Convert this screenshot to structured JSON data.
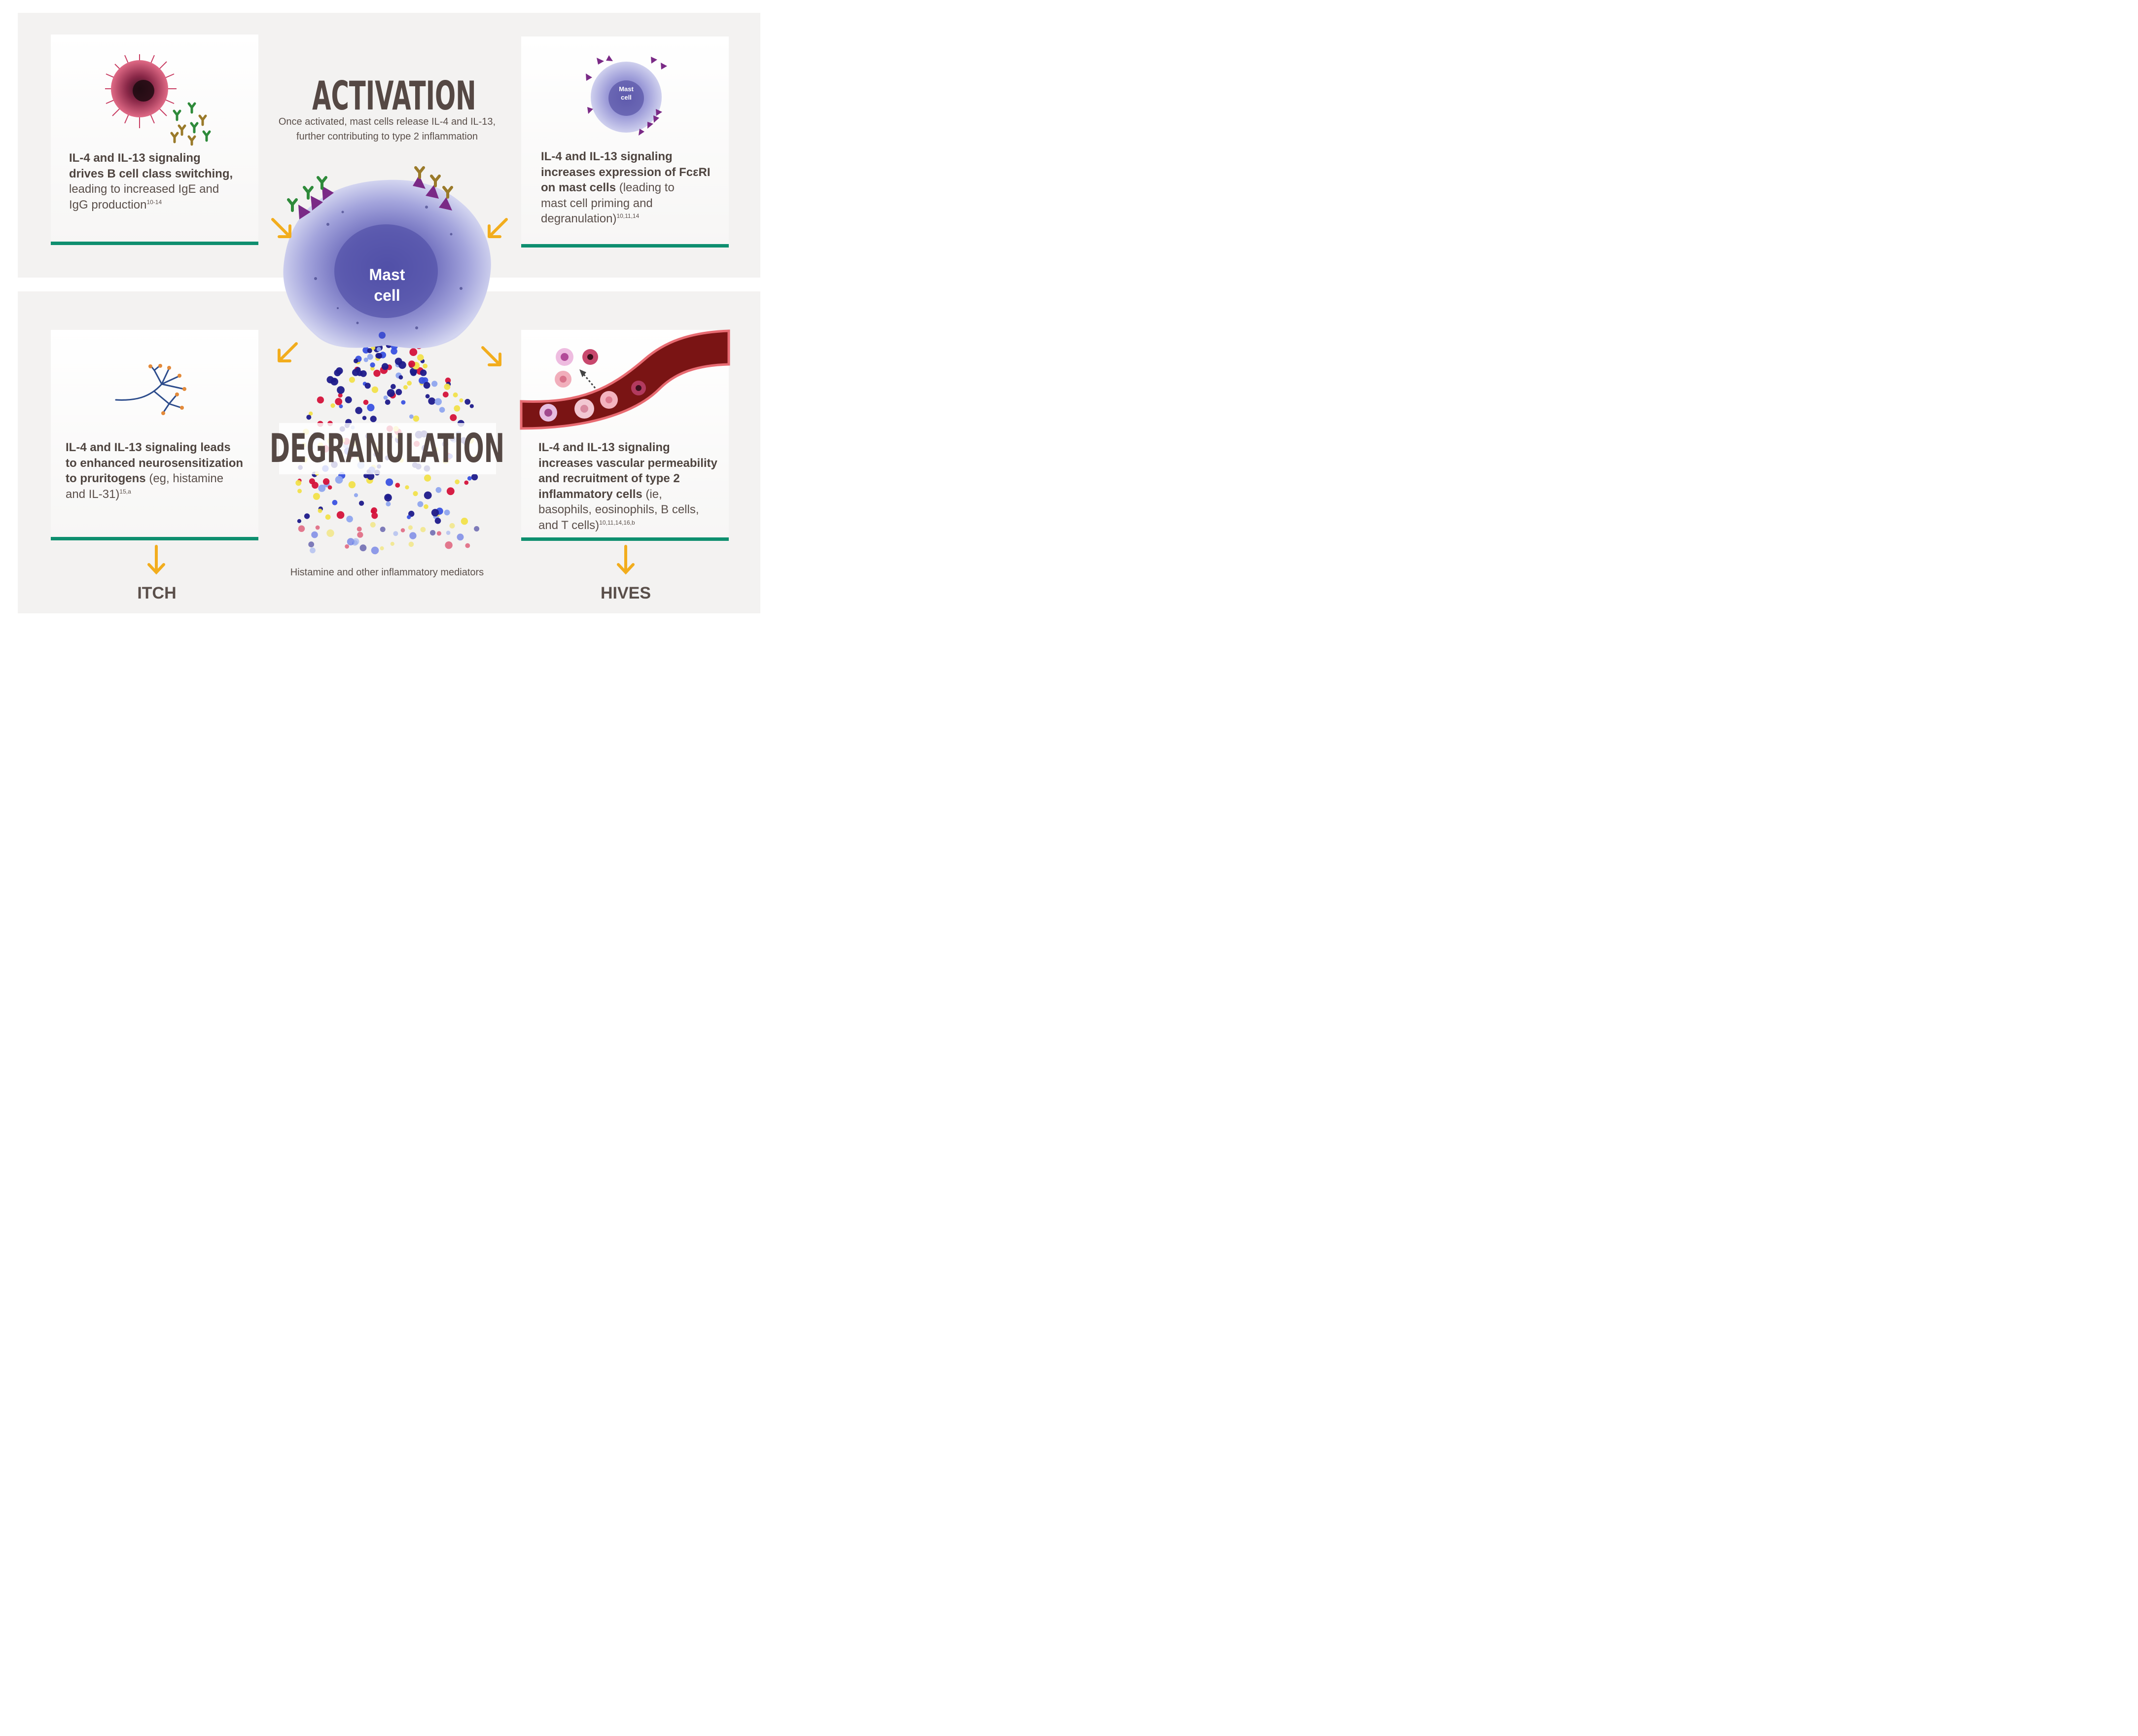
{
  "activation": {
    "title": "ACTIVATION",
    "subtitle_line1": "Once activated, mast cells release IL-4 and IL-13,",
    "subtitle_line2": "further contributing to type 2 inflammation"
  },
  "degranulation": {
    "title": "DEGRANULATION",
    "caption": "Histamine and other inflammatory mediators"
  },
  "center_cell": {
    "label_line1": "Mast",
    "label_line2": "cell"
  },
  "cards": {
    "b_cell": {
      "bold_1": "IL-4 and IL-13 signaling",
      "bold_2": "drives B cell class switching,",
      "text_1": "leading to increased IgE and",
      "text_2": "IgG production",
      "ref": "10-14"
    },
    "fceri": {
      "bold_1": "IL-4 and IL-13 signaling",
      "bold_2": "increases expression of FcεRI",
      "bold_3": "on mast cells",
      "text_3": " (leading to",
      "text_4": "mast cell priming and",
      "text_5": "degranulation)",
      "ref": "10,11,14",
      "icon_label_1": "Mast",
      "icon_label_2": "cell"
    },
    "neuro": {
      "bold_1": "IL-4 and IL-13 signaling leads",
      "bold_2": "to enhanced neurosensitization",
      "bold_3": "to pruritogens",
      "text_3": " (eg, histamine",
      "text_4": "and IL-31)",
      "ref": "15,a"
    },
    "vascular": {
      "bold_1": "IL-4 and IL-13 signaling",
      "bold_2": "increases vascular permeability",
      "bold_3": "and recruitment of type 2",
      "bold_4": "inflammatory cells",
      "text_4": " (ie,",
      "text_5": "basophils, eosinophils, B cells,",
      "text_6": "and T cells)",
      "ref": "10,11,14,16,b"
    }
  },
  "outcomes": {
    "left": "ITCH",
    "right": "HIVES"
  },
  "colors": {
    "panel": "#f3f2f1",
    "accent_bar": "#0e8f6f",
    "arrow": "#f2ad1d",
    "title_text": "#554844",
    "cell_purple": "#8e8fd0",
    "vessel_red": "#7a1414"
  }
}
